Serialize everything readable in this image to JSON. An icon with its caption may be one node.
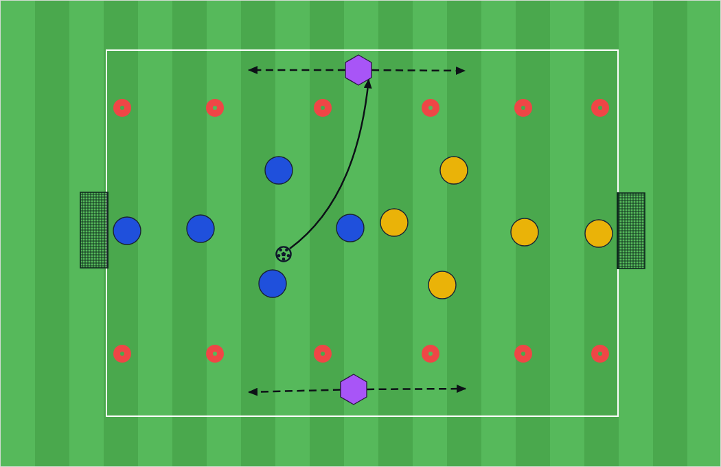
{
  "diagram": {
    "nodes": [
      {
        "text": [],
        "shape": "hexagon"
      },
      {
        "text": [],
        "shape": "circle"
      },
      {
        "text": [],
        "shape": "circle"
      },
      {
        "text": [],
        "shape": "circle"
      },
      {
        "text": [],
        "shape": "circle"
      },
      {
        "text": [],
        "shape": "circle"
      },
      {
        "text": [],
        "shape": "circle"
      },
      {
        "text": [],
        "shape": "circle"
      },
      {
        "text": [],
        "shape": "circle"
      },
      {
        "text": [],
        "shape": "ball"
      },
      {
        "text": [],
        "shape": "circle"
      },
      {
        "text": [],
        "shape": "circle"
      },
      {
        "text": [],
        "shape": "hexagon"
      }
    ],
    "edges": [
      {
        "from": 9,
        "to": 0,
        "arrow": "to"
      },
      {
        "from": 0,
        "to": null,
        "arrow": "to",
        "style": "dashed"
      },
      {
        "from": 0,
        "to": null,
        "arrow": "to",
        "style": "dashed"
      },
      {
        "from": 12,
        "to": null,
        "arrow": "to",
        "style": "dashed"
      },
      {
        "from": 12,
        "to": null,
        "arrow": "to",
        "style": "dashed"
      }
    ]
  }
}
